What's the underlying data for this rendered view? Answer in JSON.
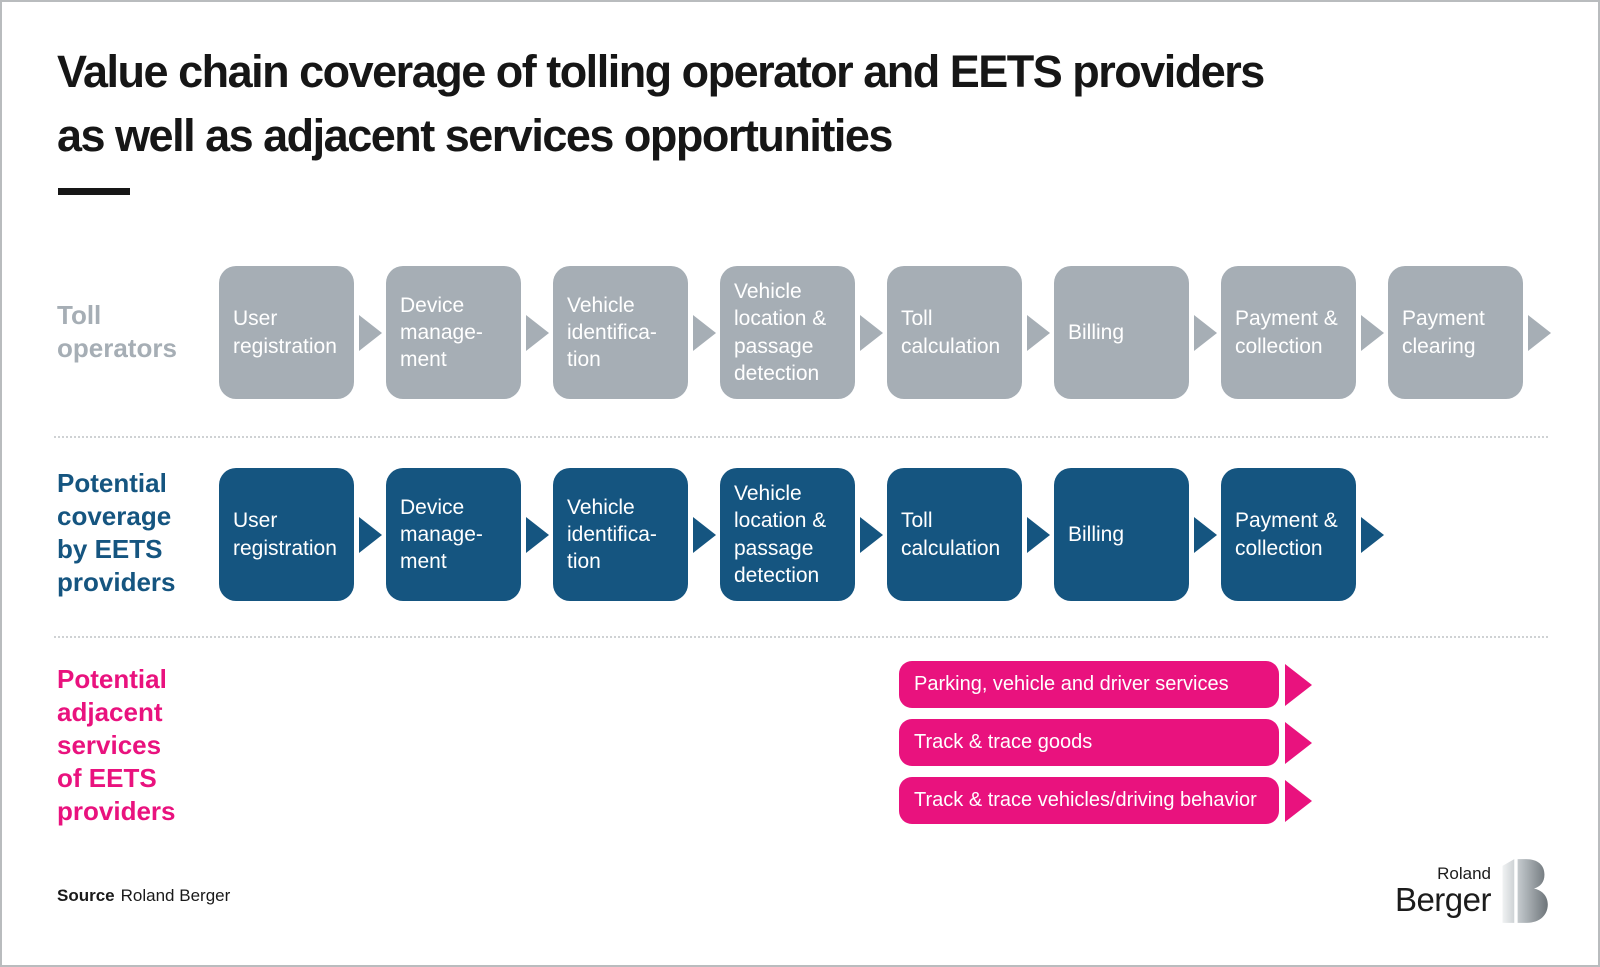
{
  "title": "Value chain coverage of tolling operator and EETS providers\nas well as adjacent services opportunities",
  "colors": {
    "gray": "#a6aeb5",
    "blue": "#155580",
    "pink": "#e9127e"
  },
  "toll_row": {
    "label": "Toll\noperators",
    "boxes": [
      "User\nregistration",
      "Device\nmanage-\nment",
      "Vehicle\nidentifica-\ntion",
      "Vehicle\nlocation &\npassage\ndetection",
      "Toll\ncalculation",
      "Billing",
      "Payment &\ncollection",
      "Payment\nclearing"
    ]
  },
  "eets_row": {
    "label": "Potential\ncoverage\nby EETS\nproviders",
    "boxes": [
      "User\nregistration",
      "Device\nmanage-\nment",
      "Vehicle\nidentifica-\ntion",
      "Vehicle\nlocation &\npassage\ndetection",
      "Toll\ncalculation",
      "Billing",
      "Payment &\ncollection"
    ]
  },
  "adjacent_row": {
    "label": "Potential\nadjacent\nservices\nof EETS\nproviders",
    "bars": [
      "Parking, vehicle and driver services",
      "Track & trace goods",
      "Track & trace vehicles/driving behavior"
    ]
  },
  "footer": {
    "source_label": "Source",
    "source_text": "Roland Berger",
    "logo_top": "Roland",
    "logo_bottom": "Berger"
  }
}
